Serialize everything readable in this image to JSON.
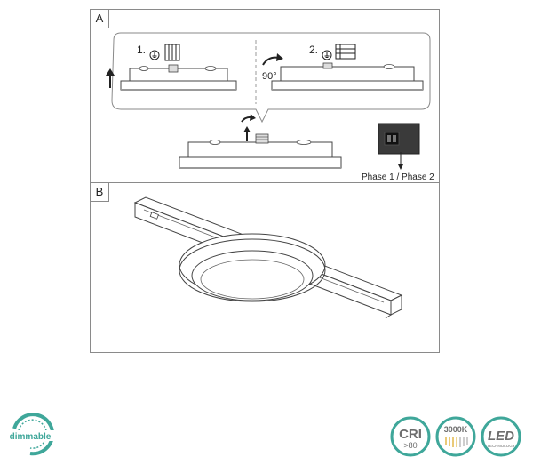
{
  "panel_a": {
    "label": "A",
    "step1_label": "1.",
    "step2_label": "2.",
    "rotation_label": "90°",
    "switch_caption": "Phase 1 / Phase 2"
  },
  "panel_b": {
    "label": "B"
  },
  "badges": {
    "dimmable": "dimmable",
    "cri_main": "CRI",
    "cri_sub": ">80",
    "cct": "3000K",
    "led_main": "LED",
    "led_sub": "TECHNOLOGY"
  },
  "colors": {
    "frame": "#8a8a8a",
    "badge_teal": "#3fa79a",
    "badge_gray": "#6d6d6d",
    "switch_body": "#333333"
  }
}
